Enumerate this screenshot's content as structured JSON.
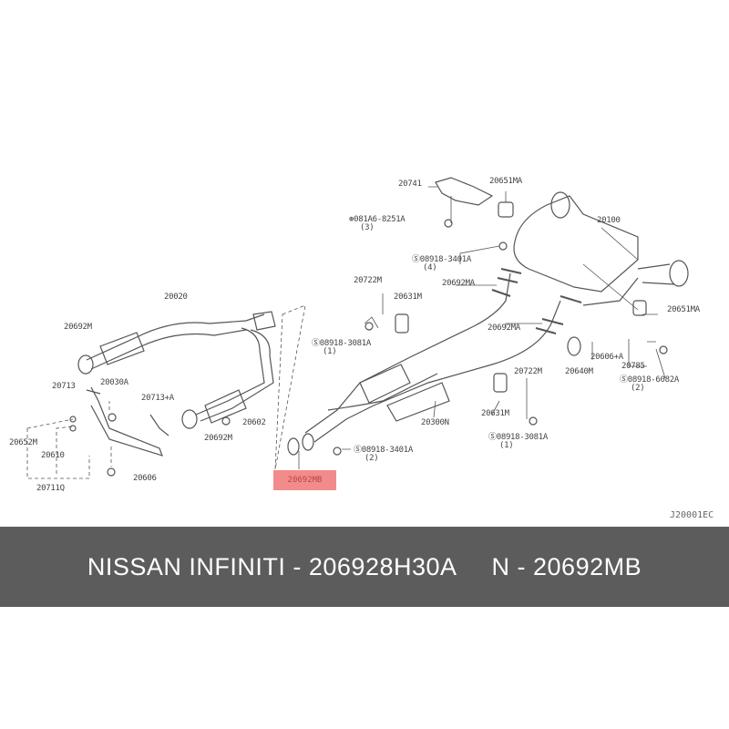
{
  "labels": {
    "l20741": "20741",
    "l20651MA_a": "20651MA",
    "l081A6": "081A6-8251A",
    "q081A6": "(3)",
    "l20100": "20100",
    "l08918_3401A_4": "08918-3401A",
    "q08918_3401A_4": "(4)",
    "l20692MA_a": "20692MA",
    "l20722M_a": "20722M",
    "l20631M_a": "20631M",
    "l08918_3081A_a": "08918-3081A",
    "q08918_3081A_a": "(1)",
    "l20692MA_b": "20692MA",
    "l20651MA_b": "20651MA",
    "l20606A": "20606+A",
    "l20640M": "20640M",
    "l20785": "20785",
    "l08918_6082A": "08918-6082A",
    "q08918_6082A": "(2)",
    "l20722M_b": "20722M",
    "l20631M_b": "20631M",
    "l20300N": "20300N",
    "l08918_3081A_b": "08918-3081A",
    "q08918_3081A_b": "(1)",
    "l08918_3401A_2": "08918-3401A",
    "q08918_3401A_2": "(2)",
    "l20020": "20020",
    "l20692M_a": "20692M",
    "l20713": "20713",
    "l20030A": "20030A",
    "l20713A": "20713+A",
    "l20602": "20602",
    "l20692M_b": "20692M",
    "l20652M": "20652M",
    "l20610": "20610",
    "l20711Q": "20711Q",
    "l20606": "20606"
  },
  "highlighted_part": "20692MB",
  "diagram_code": "J20001EC",
  "banner": {
    "brand": "NISSAN  INFINITI - 206928H30A",
    "part": "N - 20692MB"
  },
  "colors": {
    "highlight": "#f28b8b",
    "banner": "#5c5c5c"
  }
}
